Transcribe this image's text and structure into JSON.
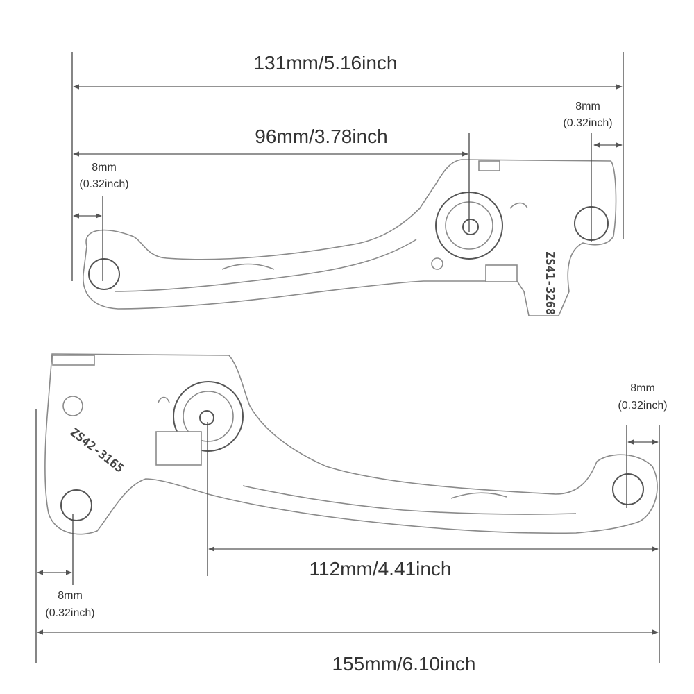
{
  "dimensions": {
    "top_overall": "131mm/5.16inch",
    "top_pivot": "96mm/3.78inch",
    "top_hole_right_mm": "8mm",
    "top_hole_right_in": "(0.32inch)",
    "top_hole_left_mm": "8mm",
    "top_hole_left_in": "(0.32inch)",
    "bottom_pivot": "112mm/4.41inch",
    "bottom_overall": "155mm/6.10inch",
    "bottom_hole_right_mm": "8mm",
    "bottom_hole_right_in": "(0.32inch)",
    "bottom_hole_left_mm": "8mm",
    "bottom_hole_left_in": "(0.32inch)"
  },
  "stamps": {
    "top_lever": "ZS41-3268",
    "bottom_lever": "ZS42-3165"
  },
  "colors": {
    "line": "#555555",
    "text": "#333333"
  }
}
